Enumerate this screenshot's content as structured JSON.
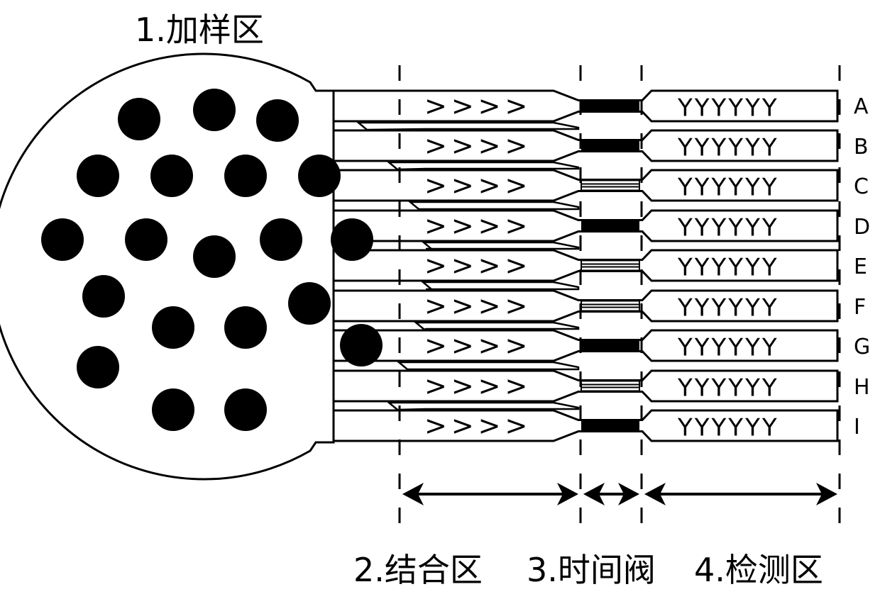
{
  "title": "1.加样区",
  "zones": [
    {
      "label": "2.结合区"
    },
    {
      "label": "3.时间阀"
    },
    {
      "label": "4.检测区"
    }
  ],
  "rows": [
    {
      "label": "A",
      "valve": "solid"
    },
    {
      "label": "B",
      "valve": "solid"
    },
    {
      "label": "C",
      "valve": "hatched"
    },
    {
      "label": "D",
      "valve": "solid"
    },
    {
      "label": "E",
      "valve": "hatched"
    },
    {
      "label": "F",
      "valve": "hatched"
    },
    {
      "label": "G",
      "valve": "solid"
    },
    {
      "label": "H",
      "valve": "hatched"
    },
    {
      "label": "I",
      "valve": "solid"
    }
  ],
  "binding_marker": ">>>>",
  "detection_marker": "YYYYYY",
  "dot_count": 20,
  "colors": {
    "ink": "#000000",
    "background": "#ffffff"
  }
}
